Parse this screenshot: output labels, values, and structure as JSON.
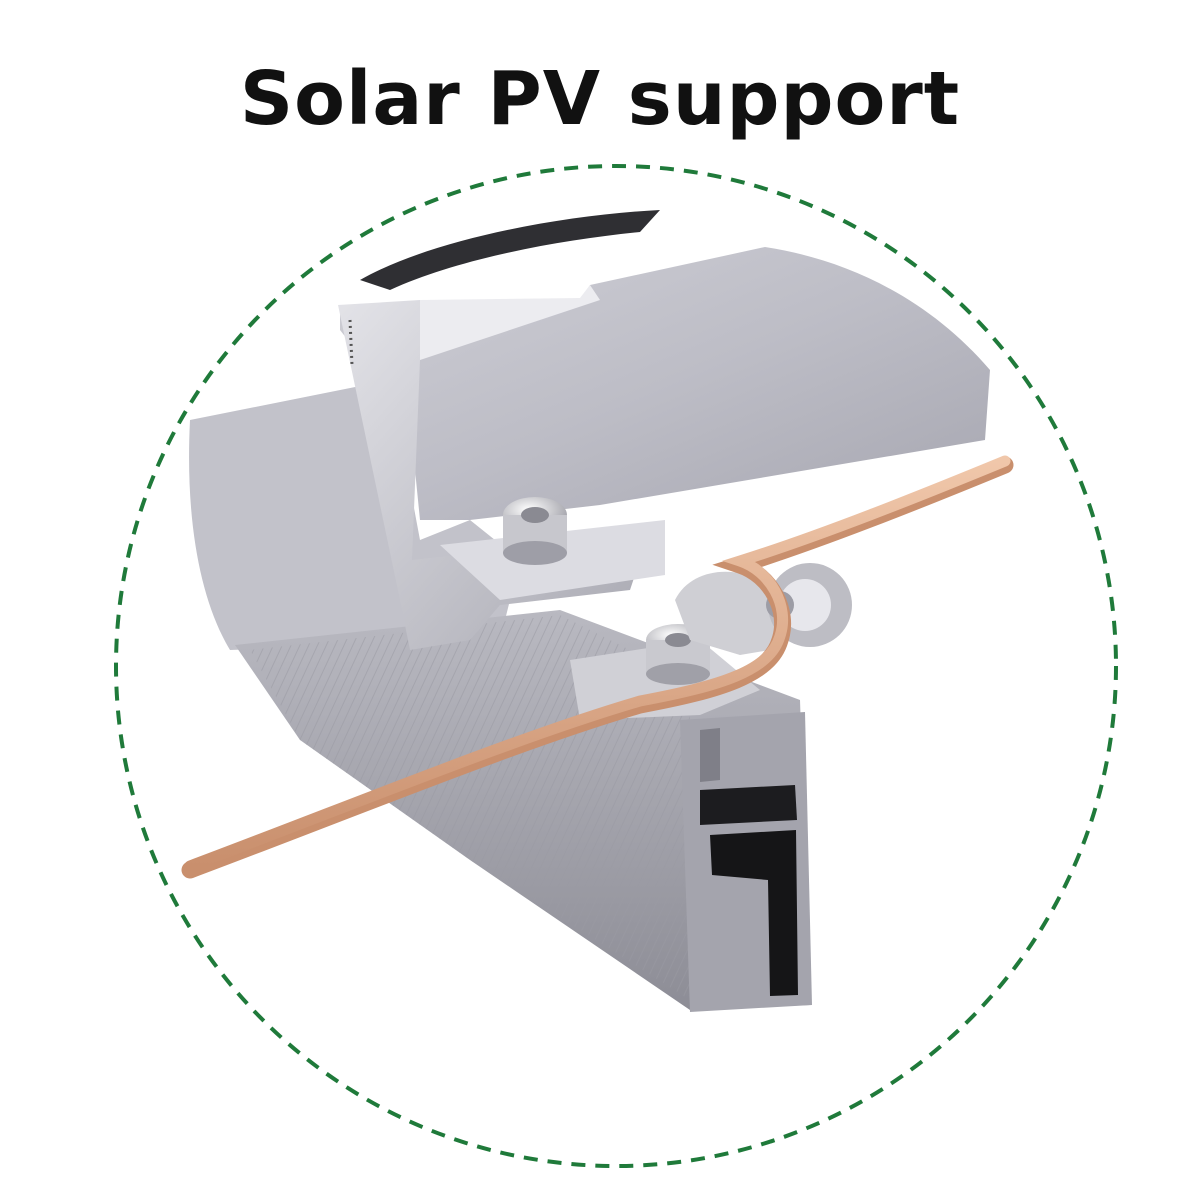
{
  "title": "Solar PV support",
  "colors": {
    "background": "#ffffff",
    "title_text": "#111111",
    "dashed_circle": "#1f7a3a",
    "aluminum_light": "#c9c9cf",
    "aluminum_mid": "#a9a9b1",
    "aluminum_dark": "#7d7d86",
    "panel_glass": "#2f2f33",
    "copper_wire": "#e3b596",
    "copper_wire_dark": "#c98f6d",
    "bolt_steel": "#d9d9dd"
  },
  "illustration": {
    "subject": "solar panel mounting clamp on aluminum rail with copper grounding wire",
    "components": [
      "solar-panel-frame",
      "end-clamp",
      "clamp-bolt",
      "mounting-rail",
      "grounding-lug",
      "grounding-bolt",
      "copper-ground-wire"
    ]
  }
}
